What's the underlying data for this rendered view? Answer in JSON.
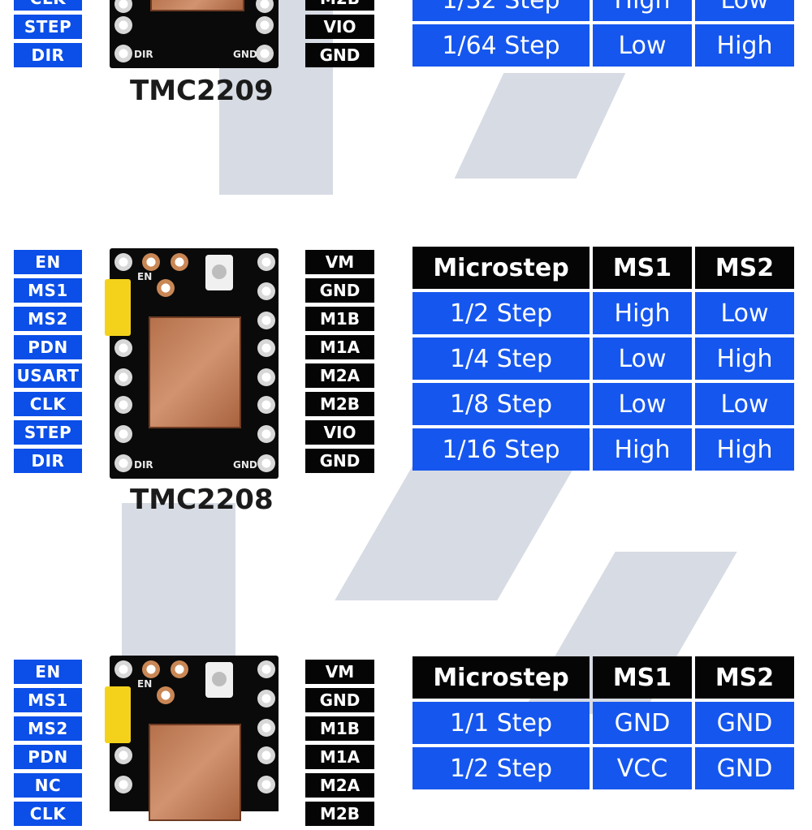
{
  "top": {
    "left_pins": [
      "CLK",
      "STEP",
      "DIR"
    ],
    "right_pins": [
      "M2B",
      "VIO",
      "GND"
    ],
    "chip_name": "TMC2209",
    "board_labels": [
      "DIR",
      "GND"
    ],
    "rows": [
      [
        "1/32 Step",
        "High",
        "Low"
      ],
      [
        "1/64 Step",
        "Low",
        "High"
      ]
    ]
  },
  "middle": {
    "left_pins": [
      "EN",
      "MS1",
      "MS2",
      "PDN",
      "USART",
      "CLK",
      "STEP",
      "DIR"
    ],
    "right_pins": [
      "VM",
      "GND",
      "M1B",
      "M1A",
      "M2A",
      "M2B",
      "VIO",
      "GND"
    ],
    "chip_name": "TMC2208",
    "board_labels": [
      "EN",
      "DIR",
      "GND"
    ],
    "headers": [
      "Microstep",
      "MS1",
      "MS2"
    ],
    "rows": [
      [
        "1/2  Step",
        "High",
        "Low"
      ],
      [
        "1/4  Step",
        "Low",
        "High"
      ],
      [
        "1/8  Step",
        "Low",
        "Low"
      ],
      [
        "1/16 Step",
        "High",
        "High"
      ]
    ]
  },
  "bottom": {
    "left_pins": [
      "EN",
      "MS1",
      "MS2",
      "PDN",
      "NC",
      "CLK"
    ],
    "right_pins": [
      "VM",
      "GND",
      "M1B",
      "M1A",
      "M2A",
      "M2B"
    ],
    "board_labels": [
      "EN"
    ],
    "headers": [
      "Microstep",
      "MS1",
      "MS2"
    ],
    "rows": [
      [
        "1/1 Step",
        "GND",
        "GND"
      ],
      [
        "1/2 Step",
        "VCC",
        "GND"
      ]
    ]
  },
  "colors": {
    "pin_blue": "#0b4ee8",
    "cell_blue": "#1556ee",
    "header_black": "#050505"
  }
}
